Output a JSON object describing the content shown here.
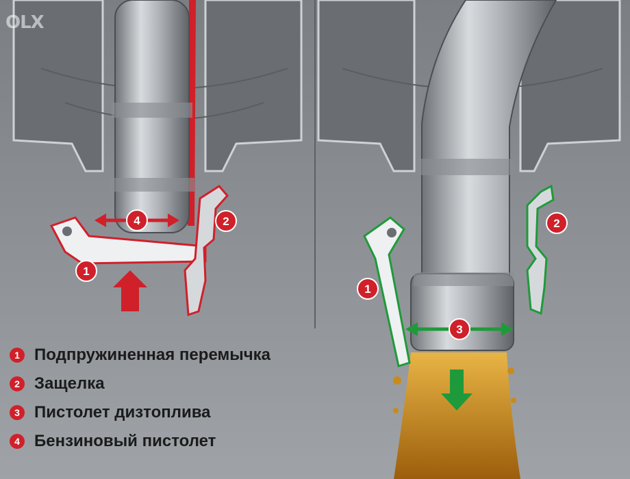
{
  "watermark": "OLX",
  "colors": {
    "accent_red": "#d0202a",
    "accent_green": "#1f9a3a",
    "fuel": "#c98a1c",
    "nozzle_metal": "#b7bbbf",
    "background": "#8e9296"
  },
  "left_panel": {
    "badges": {
      "one": "1",
      "two": "2",
      "four": "4"
    },
    "force_arrow": "arrow-up-icon"
  },
  "right_panel": {
    "badges": {
      "one": "1",
      "two": "2",
      "three": "3"
    },
    "flow_arrow": "arrow-down-icon"
  },
  "legend": [
    {
      "number": "1",
      "text": "Подпружиненная перемычка"
    },
    {
      "number": "2",
      "text": "Защелка"
    },
    {
      "number": "3",
      "text": "Пистолет дизтоплива"
    },
    {
      "number": "4",
      "text": "Бензиновый пистолет"
    }
  ]
}
